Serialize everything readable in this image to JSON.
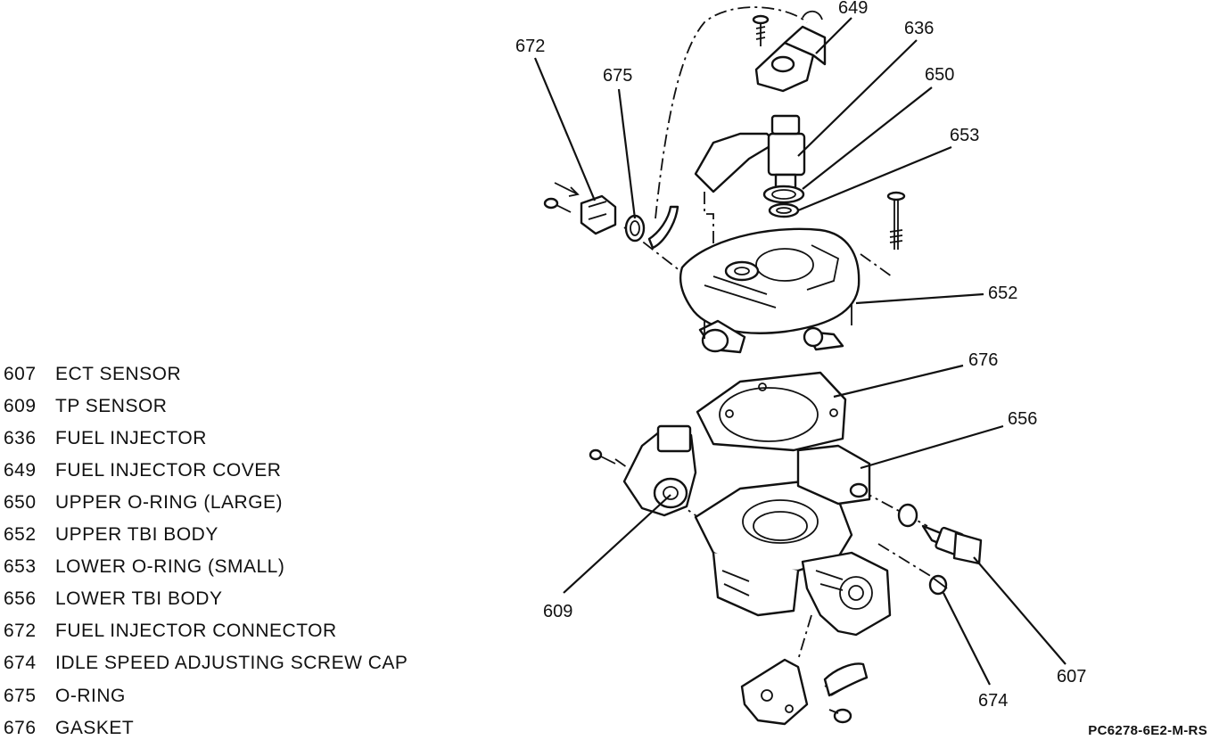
{
  "legend": [
    {
      "number": "607",
      "description": "ECT SENSOR"
    },
    {
      "number": "609",
      "description": "TP SENSOR"
    },
    {
      "number": "636",
      "description": "FUEL INJECTOR"
    },
    {
      "number": "649",
      "description": "FUEL INJECTOR COVER"
    },
    {
      "number": "650",
      "description": "UPPER O-RING (LARGE)"
    },
    {
      "number": "652",
      "description": "UPPER TBI BODY"
    },
    {
      "number": "653",
      "description": "LOWER O-RING (SMALL)"
    },
    {
      "number": "656",
      "description": "LOWER TBI BODY"
    },
    {
      "number": "672",
      "description": "FUEL INJECTOR CONNECTOR"
    },
    {
      "number": "674",
      "description": "IDLE SPEED ADJUSTING SCREW CAP"
    },
    {
      "number": "675",
      "description": "O-RING"
    },
    {
      "number": "676",
      "description": "GASKET"
    }
  ],
  "callouts": {
    "c649": "649",
    "c636": "636",
    "c672": "672",
    "c675": "675",
    "c650": "650",
    "c653": "653",
    "c652": "652",
    "c676": "676",
    "c656": "656",
    "c609": "609",
    "c607": "607",
    "c674": "674"
  },
  "reference_code": "PC6278-6E2-M-RS"
}
